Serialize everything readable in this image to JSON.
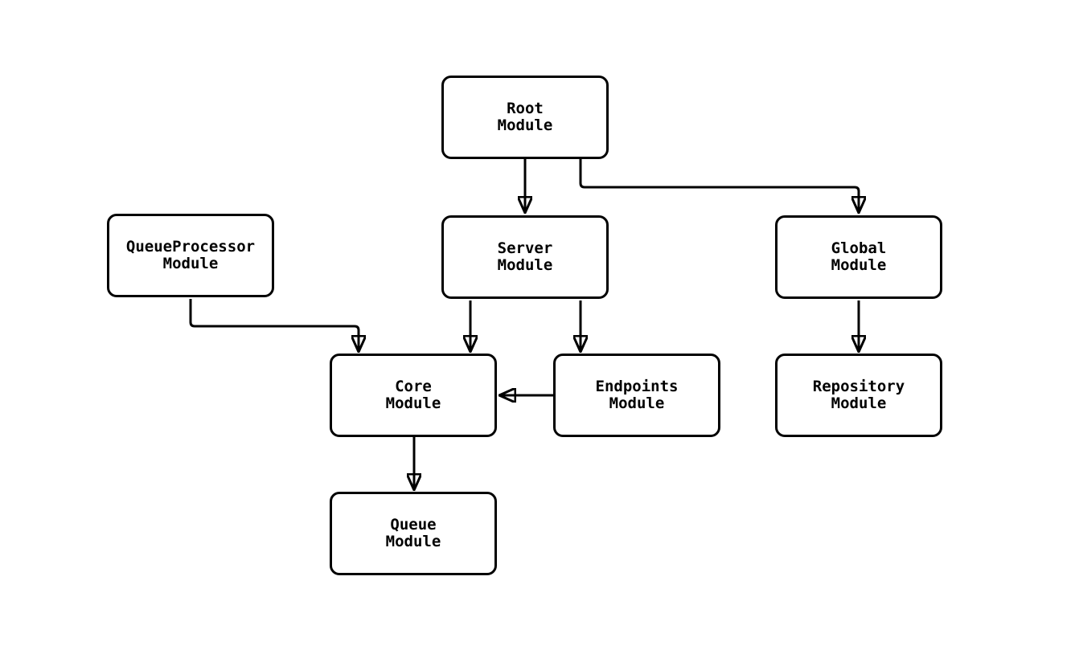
{
  "diagram": {
    "type": "flowchart",
    "background_color": "#ffffff",
    "node_fill_color": "#ffffff",
    "stroke_color": "#000000",
    "text_color": "#000000",
    "nodes": {
      "root": {
        "line1": "Root",
        "line2": "Module",
        "label": "Root Module"
      },
      "queueprocessor": {
        "line1": "QueueProcessor",
        "line2": "Module",
        "label": "QueueProcessor Module"
      },
      "server": {
        "line1": "Server",
        "line2": "Module",
        "label": "Server Module"
      },
      "global": {
        "line1": "Global",
        "line2": "Module",
        "label": "Global Module"
      },
      "core": {
        "line1": "Core",
        "line2": "Module",
        "label": "Core Module"
      },
      "endpoints": {
        "line1": "Endpoints",
        "line2": "Module",
        "label": "Endpoints Module"
      },
      "repository": {
        "line1": "Repository",
        "line2": "Module",
        "label": "Repository Module"
      },
      "queue": {
        "line1": "Queue",
        "line2": "Module",
        "label": "Queue Module"
      }
    },
    "edges": [
      {
        "from": "Root Module",
        "to": "Server Module"
      },
      {
        "from": "Root Module",
        "to": "Global Module"
      },
      {
        "from": "QueueProcessor Module",
        "to": "Core Module"
      },
      {
        "from": "Server Module",
        "to": "Core Module"
      },
      {
        "from": "Server Module",
        "to": "Endpoints Module"
      },
      {
        "from": "Endpoints Module",
        "to": "Core Module"
      },
      {
        "from": "Global Module",
        "to": "Repository Module"
      },
      {
        "from": "Core Module",
        "to": "Queue Module"
      }
    ]
  }
}
